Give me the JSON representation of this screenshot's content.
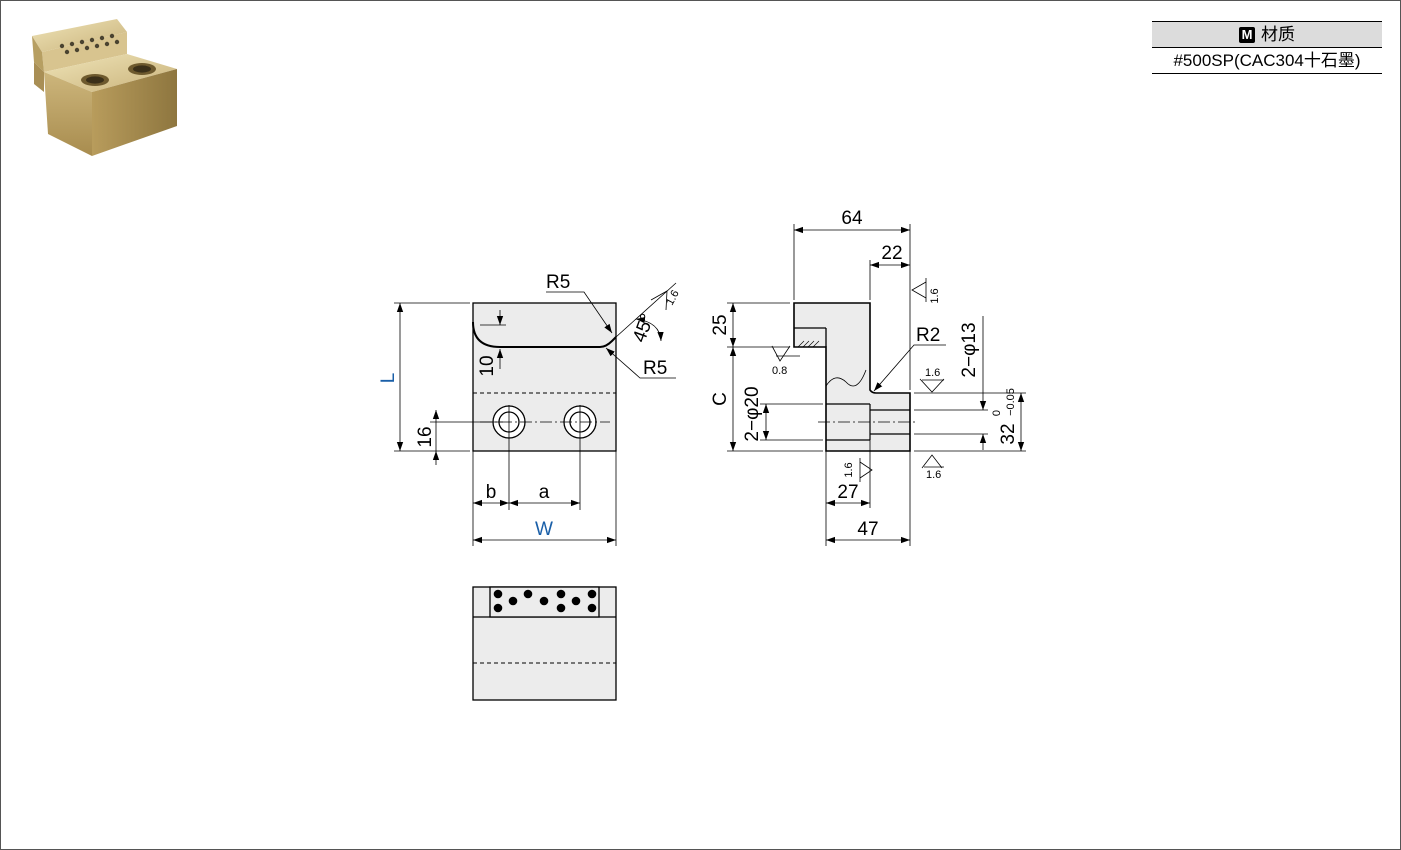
{
  "material_table": {
    "badge": "M",
    "header": "材质",
    "value": "#500SP(CAC304十石墨)"
  },
  "dimensions": {
    "front_view": {
      "R5_top": "R5",
      "R5_bottom": "R5",
      "angle": "45°",
      "roughness_angle": "1.6",
      "d10": "10",
      "d16": "16",
      "L": "L",
      "b": "b",
      "a": "a",
      "W": "W"
    },
    "side_view": {
      "d64": "64",
      "d22": "22",
      "d25": "25",
      "C": "C",
      "R2": "R2",
      "holes_13": "2−φ13",
      "holes_20": "2−φ20",
      "d27": "27",
      "d47": "47",
      "tol_main": "32",
      "tol_upper": "0",
      "tol_lower": "−0.05",
      "rough_08": "0.8",
      "rough_16_a": "1.6",
      "rough_16_b": "1.6",
      "rough_16_c": "1.6",
      "rough_16_d": "1.6"
    }
  },
  "colors": {
    "dimension_blue": "#1a5fa8",
    "part_fill": "#eeeeee",
    "product_brass": "#c9b27a"
  },
  "icons": {
    "product_photo": "brass-slide-block-photo",
    "material_badge": "m-badge-icon"
  }
}
